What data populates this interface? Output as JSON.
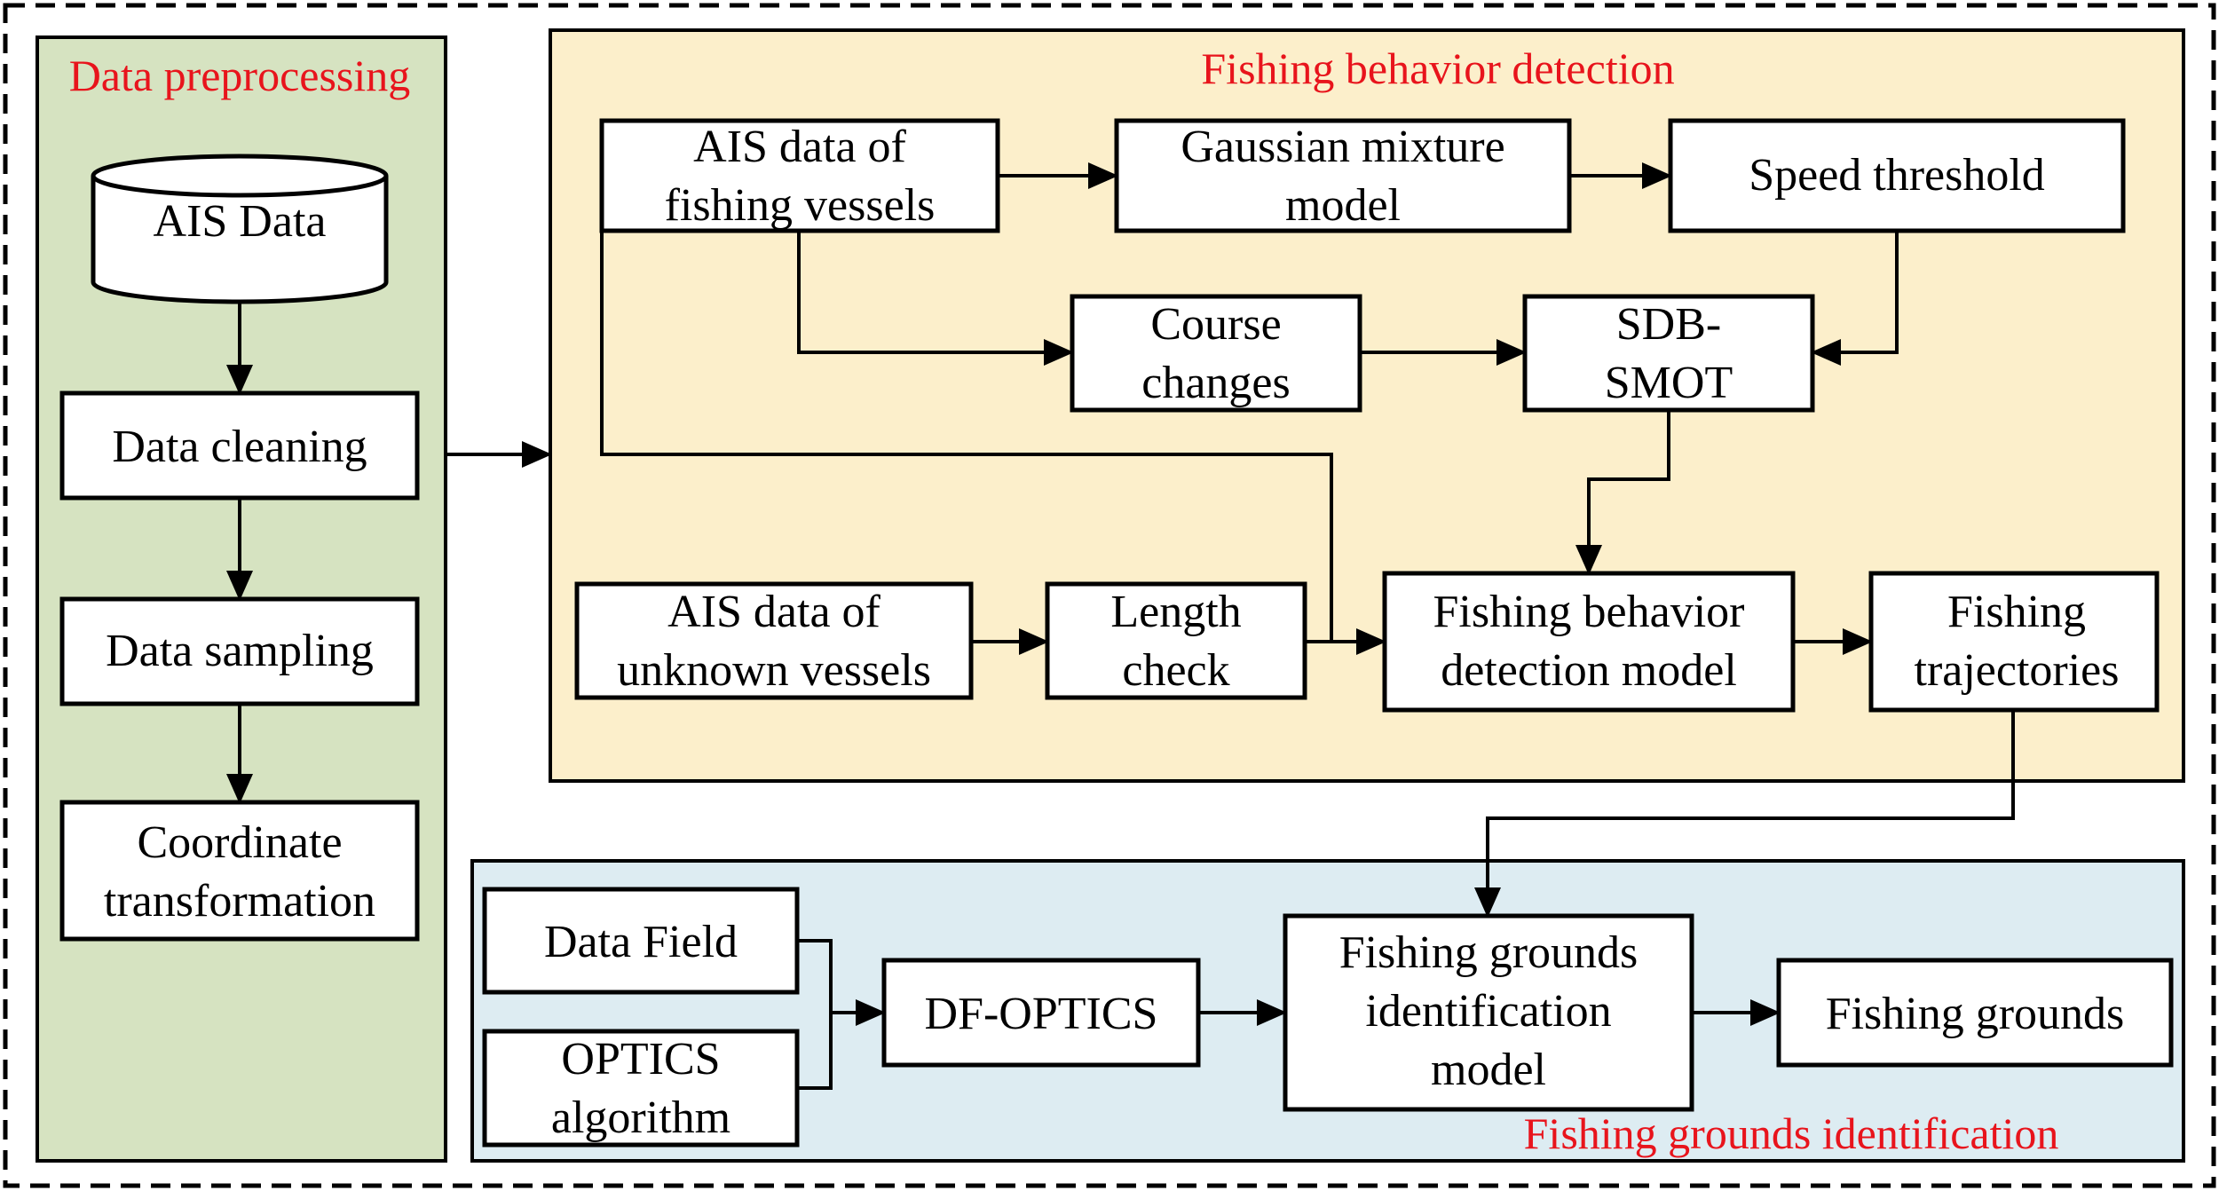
{
  "colors": {
    "preprocessing_panel": "#d6e3c1",
    "detection_panel": "#fcefcb",
    "identification_panel": "#ddecf2",
    "title_text": "#e8141c",
    "stroke": "#000000"
  },
  "panels": {
    "preprocessing": {
      "title": "Data preprocessing"
    },
    "detection": {
      "title": "Fishing behavior detection"
    },
    "identification": {
      "title": "Fishing grounds identification"
    }
  },
  "nodes": {
    "ais_data": {
      "lines": [
        "AIS Data"
      ],
      "shape": "cylinder"
    },
    "data_cleaning": {
      "lines": [
        "Data cleaning"
      ]
    },
    "data_sampling": {
      "lines": [
        "Data sampling"
      ]
    },
    "coord_transform": {
      "lines": [
        "Coordinate",
        "transformation"
      ]
    },
    "ais_fishing": {
      "lines": [
        "AIS data of",
        "fishing vessels"
      ]
    },
    "gmm": {
      "lines": [
        "Gaussian mixture",
        "model"
      ]
    },
    "speed_threshold": {
      "lines": [
        "Speed threshold"
      ]
    },
    "course_changes": {
      "lines": [
        "Course",
        "changes"
      ]
    },
    "sdb_smot": {
      "lines": [
        "SDB-",
        "SMOT"
      ]
    },
    "ais_unknown": {
      "lines": [
        "AIS data of",
        "unknown vessels"
      ]
    },
    "length_check": {
      "lines": [
        "Length",
        "check"
      ]
    },
    "fb_detection_model": {
      "lines": [
        "Fishing behavior",
        "detection model"
      ]
    },
    "fishing_trajectories": {
      "lines": [
        "Fishing",
        "trajectories"
      ]
    },
    "data_field": {
      "lines": [
        "Data Field"
      ]
    },
    "optics_algorithm": {
      "lines": [
        "OPTICS",
        "algorithm"
      ]
    },
    "df_optics": {
      "lines": [
        "DF-OPTICS"
      ]
    },
    "fg_identification_model": {
      "lines": [
        "Fishing grounds",
        "identification",
        "model"
      ]
    },
    "fishing_grounds": {
      "lines": [
        "Fishing grounds"
      ]
    }
  }
}
